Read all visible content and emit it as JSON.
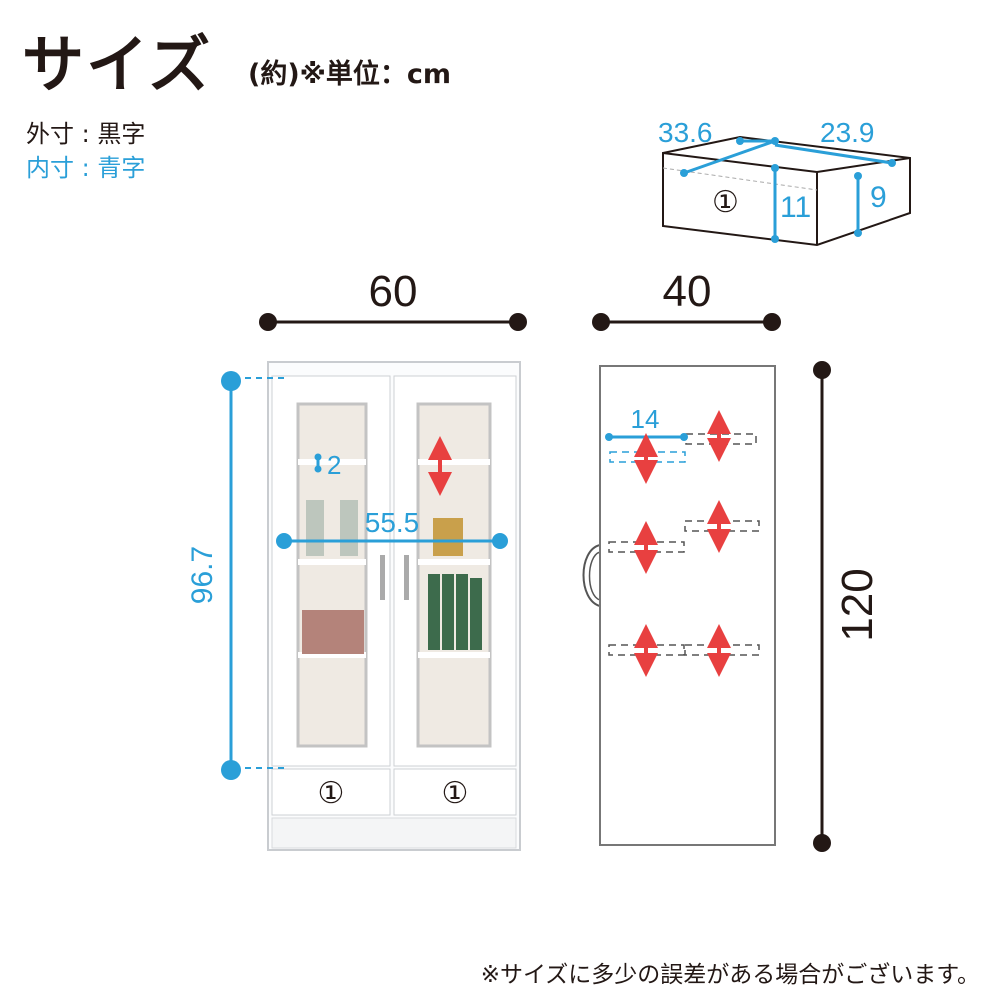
{
  "header": {
    "title": "サイズ",
    "subtitle": "(約)※単位：cm",
    "legend_outer": "外寸 : 黒字",
    "legend_inner": "内寸 : 青字"
  },
  "drawer_detail": {
    "width": "33.6",
    "depth": "23.9",
    "height_outer": "11",
    "height_inner": "9",
    "label": "①"
  },
  "front_view": {
    "width": "60",
    "inner_width": "55.5",
    "inner_height": "96.7",
    "shelf_thickness": "2",
    "drawer_left_label": "①",
    "drawer_right_label": "①"
  },
  "side_view": {
    "depth": "40",
    "height": "120",
    "shelf_depth": "14"
  },
  "footer": {
    "note": "※サイズに多少の誤差がある場合がございます。"
  },
  "colors": {
    "outer": "#231815",
    "inner": "#2a9fd8",
    "adjust_arrow": "#e84040"
  }
}
